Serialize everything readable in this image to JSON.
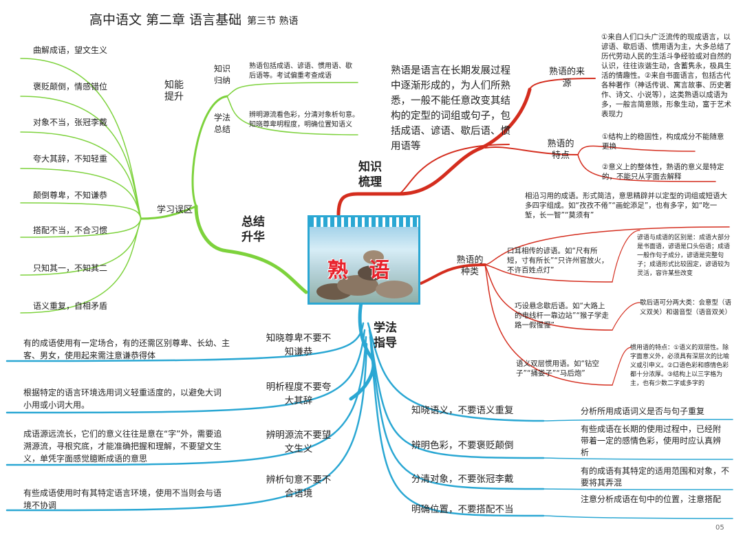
{
  "title": {
    "main": "高中语文 第二章 语言基础",
    "section": "第三节 熟语"
  },
  "center": {
    "label": "熟 语"
  },
  "branches": {
    "knowledge": "知识梳理",
    "summary": "总结升华",
    "method": "学法指导"
  },
  "definition": "熟语是语言在长期发展过程中逐渐形成的，为人们所熟悉，一般不能任意改变其结构的定型的词组或句子，包括成语、谚语、歇后语、惯用语等",
  "origin": {
    "label": "熟语的来源",
    "text": "①来自人们口头广泛流传的现成语言，以谚语、歇后语、惯用语为主，大多总结了历代劳动人民的生活斗争经验或对自然的认识，往往诙谐生动，含蓄隽永，极具生活的情趣性。②来自书面语言，包括古代各种著作（神话传说、寓言故事、历史著作、诗文、小说等），这类熟语以成语为多，一般言简意赅，形象生动，富于艺术表现力"
  },
  "features": {
    "label": "熟语的特点",
    "items": [
      "①结构上的稳固性，构成成分不能随意更换",
      "②意义上的整体性，熟语的意义是特定的，不能只从字面去解释"
    ]
  },
  "types": {
    "label": "熟语的种类",
    "chengyu": "相沿习用的成语。形式简洁，意思精辟并以定型的词组或短语大多四字组成。如“孜孜不倦”“画蛇添足”，也有多字，如“吃一堑，长一智”“莫须有”",
    "yanyu": "口耳相传的谚语。如“尺有所短，寸有所长”“只许州官放火，不许百姓点灯”",
    "yanyu_note": "谚语与成语的区别是：成语大部分是书面语，谚语是口头俗语；成语一般作句子成分，谚语是完整句子；成语形式比较固定，谚语较为灵活，容许某些改变",
    "xiehouyu": "巧设悬念歇后语。如“大路上的电线杆一靠边站”“猴子学走路一假惺惺”",
    "xiehouyu_note": "歇后语可分两大类：会意型（语义双关）和谐音型（语音双关）",
    "guanyongyu": "语义双层惯用语。如“钻空子”“捅娄子”“马后炮”",
    "guanyongyu_note": "惯用语的特点：①语义的双层性。除字面意义外，必须具有深层次的比喻义或引申义。②口语色彩和感情色彩都十分浓厚。③结构上以三字格为主，也有少数二字或多字的"
  },
  "summary": {
    "skills": {
      "label": "知能提升",
      "knowledge_label": "知识归纳",
      "knowledge_text": "熟语包括成语、谚语、惯用语、歇后语等。考试偏重考查成语",
      "method_label": "学法总结",
      "method_text": "辨明源流看色彩，分清对象析句意。知晓尊卑明程度，明确位置知语义"
    },
    "mistakes": {
      "label": "学习误区",
      "items": [
        "曲解成语，望文生义",
        "褒贬颠倒，情感错位",
        "对象不当，张冠李戴",
        "夸大其辞，不知轻重",
        "颠倒尊卑，不知谦恭",
        "搭配不当，不合习惯",
        "只知其一，不知其二",
        "语义重复，自相矛盾"
      ]
    }
  },
  "method": {
    "left": [
      {
        "label": "知晓尊卑不要不知谦恭",
        "text": "有的成语使用有一定场合，有的还需区别尊卑、长幼、主客、男女，使用起来需注意谦恭得体"
      },
      {
        "label": "明析程度不要夸大其辞",
        "text": "根据特定的语言环境选用词义轻重适度的，以避免大词小用或小词大用。"
      },
      {
        "label": "辨明源流不要望文生义",
        "text": "成语源远流长，它们的意义往往是意在“字”外，需要追溯源流，寻根究底，才能准确把握和理解，不要望文生义，单凭字面感觉臆断成语的意思"
      },
      {
        "label": "辨析句意不要不合语境",
        "text": "有些成语使用时有其特定语言环境，使用不当则会与语境不协调"
      }
    ],
    "right": [
      {
        "label": "知晓语义，不要语义重复",
        "text": "分析所用成语词义是否与句子重复"
      },
      {
        "label": "辨明色彩，不要褒贬颠倒",
        "text": "有些成语在长期的使用过程中，已经附带着一定的感情色彩，使用时应认真辨析"
      },
      {
        "label": "分清对象，不要张冠李戴",
        "text": "有的成语有其特定的适用范围和对象，不要将其弄混"
      },
      {
        "label": "明确位置，不要搭配不当",
        "text": "注意分析成语在句中的位置，注意搭配"
      }
    ]
  },
  "page_number": "05",
  "colors": {
    "red": "#d42d1e",
    "green": "#7dd23c",
    "blue": "#2aa7d3"
  }
}
